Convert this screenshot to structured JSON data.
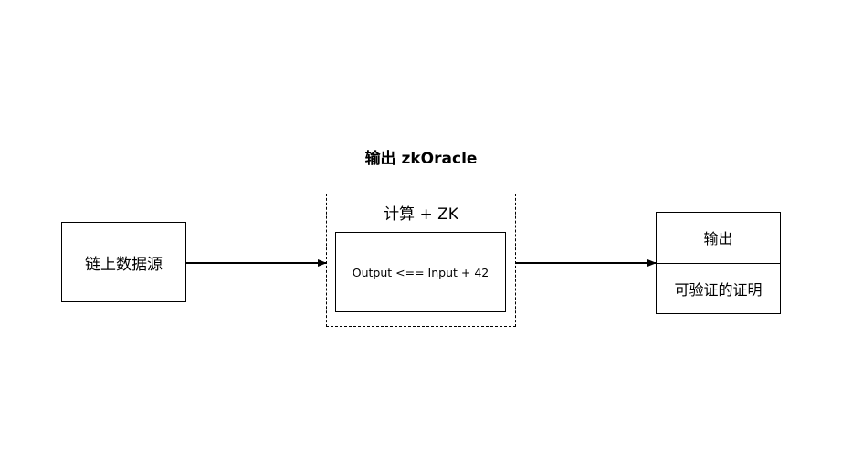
{
  "diagram": {
    "title": "输出 zkOracle",
    "source_label": "链上数据源",
    "compute_label": "计算 + ZK",
    "formula": "Output <== Input + 42",
    "output_header": "输出",
    "output_body": "可验证的证明"
  },
  "edges": [
    {
      "from": "source",
      "to": "compute"
    },
    {
      "from": "compute",
      "to": "output"
    }
  ],
  "colors": {
    "stroke": "#000000",
    "background": "#ffffff"
  }
}
